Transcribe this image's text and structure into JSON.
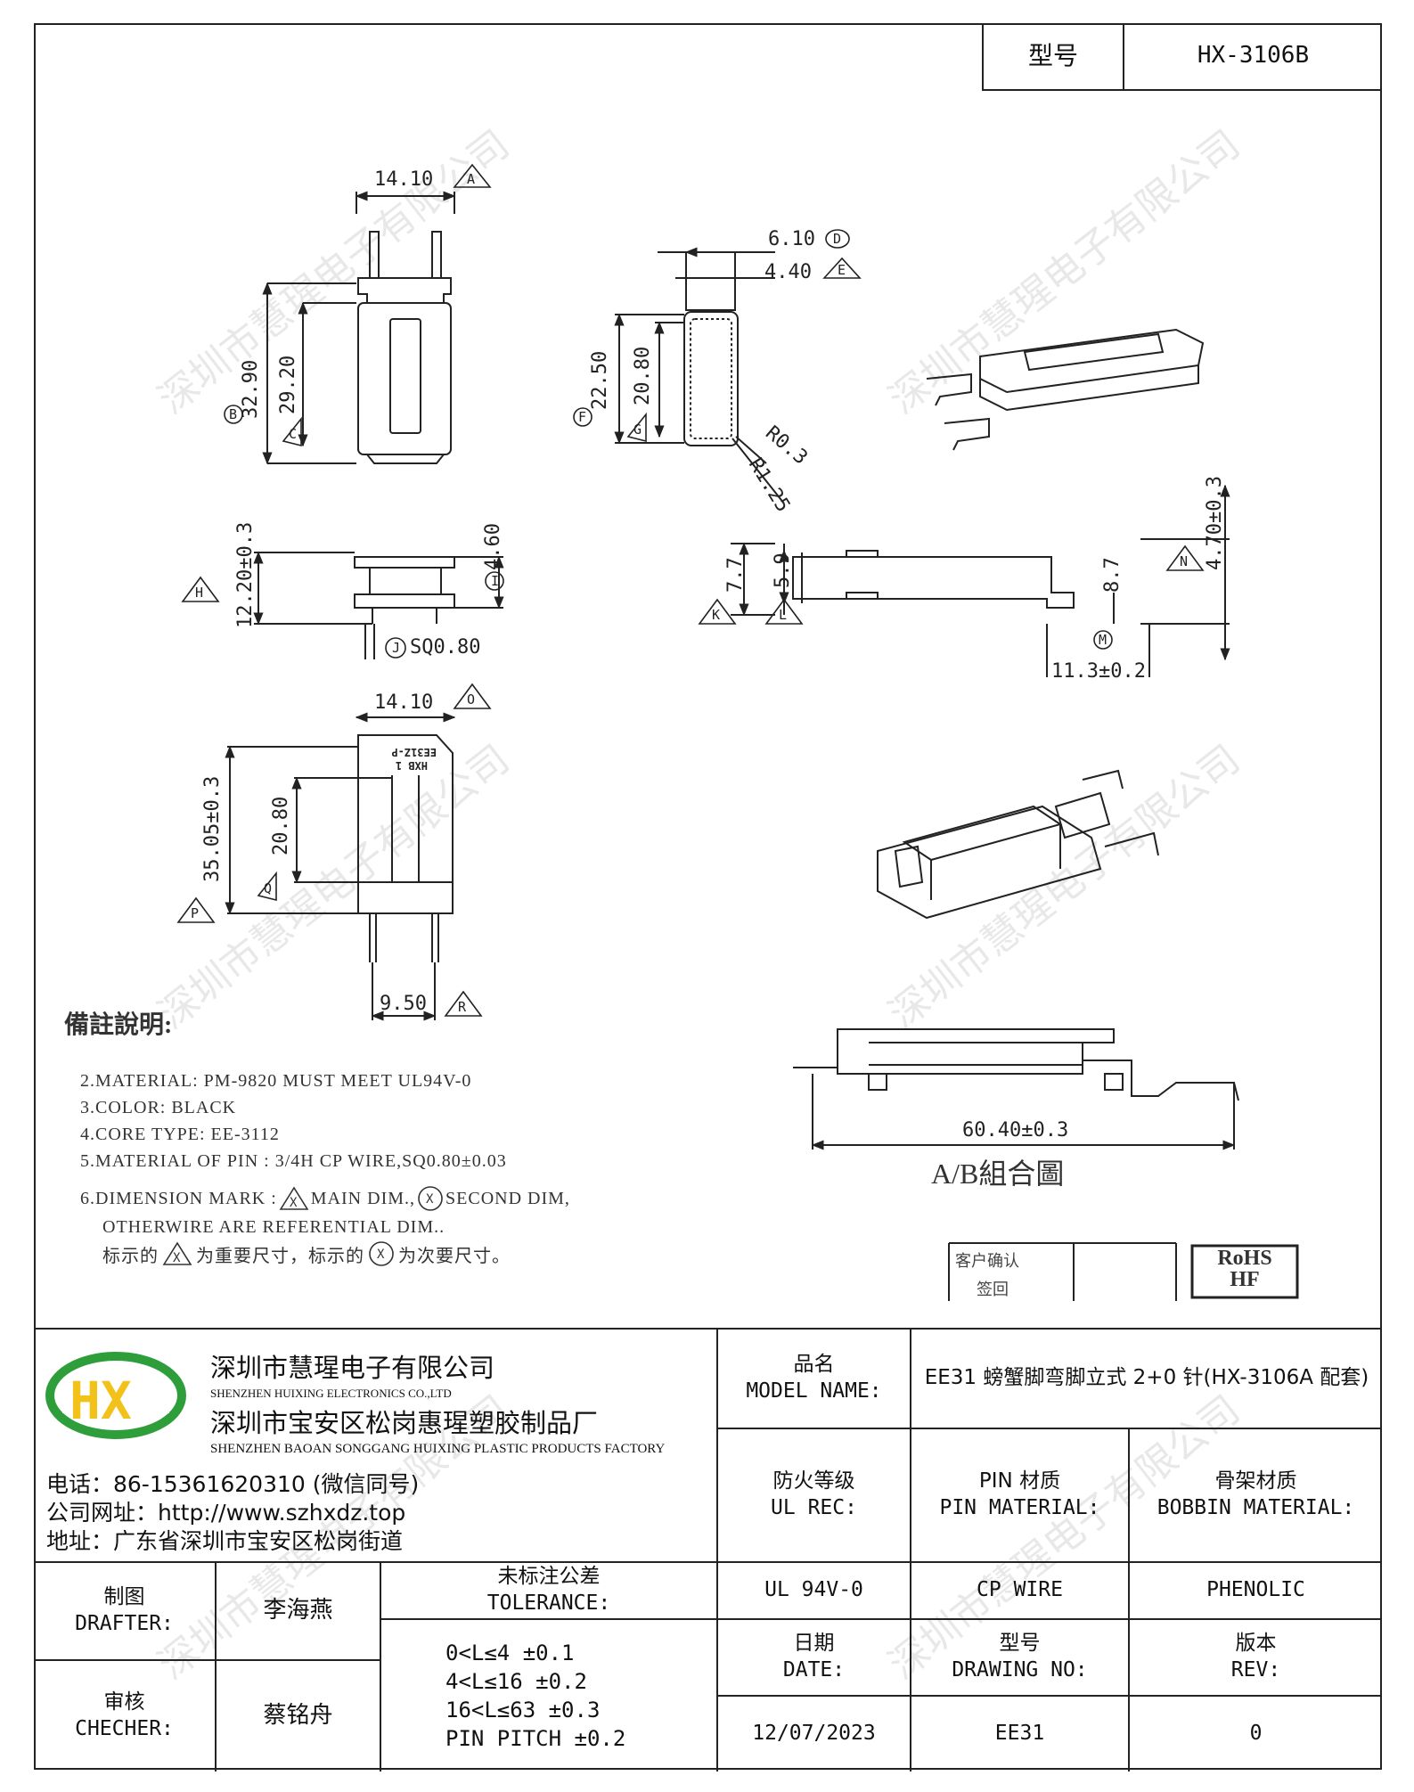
{
  "header": {
    "model_label": "型号",
    "model_value": "HX-3106B"
  },
  "watermark": "深圳市慧瑆电子有限公司",
  "dimensions": {
    "d_14_10_top": "14.10",
    "d_32_90": "32.90",
    "d_29_20": "29.20",
    "d_6_10": "6.10",
    "d_4_40": "4.40",
    "d_22_50": "22.50",
    "d_20_80_g": "20.80",
    "d_r03": "R0.3",
    "d_r125": "R1.25",
    "d_12_20": "12.20±0.3",
    "d_4_60": "4.60",
    "d_sq080": "SQ0.80",
    "d_7_7": "7.7",
    "d_5_9": "5.9",
    "d_8_7": "8.7",
    "d_4_70": "4.70±0.3",
    "d_11_3": "11.3±0.2",
    "d_14_10_bottom": "14.10",
    "d_35_05": "35.05±0.3",
    "d_20_80_q": "20.80",
    "d_9_50": "9.50",
    "d_60_40": "60.40±0.3"
  },
  "part_marking": {
    "line1": "EE31Z-P",
    "line2": "HXB 1"
  },
  "notes": {
    "title": "備註說明:",
    "items": [
      "2.MATERIAL: PM-9820 MUST MEET UL94V-0",
      "3.COLOR:  BLACK",
      "4.CORE TYPE: EE-3112",
      "5.MATERIAL OF PIN : 3/4H CP WIRE,SQ0.80±0.03",
      "6.DIMENSION MARK :",
      "MAIN DIM.,",
      "SECOND DIM,",
      "OTHERWIRE ARE REFERENTIAL DIM..",
      "标示的",
      "为重要尺寸，标示的",
      "为次要尺寸。"
    ],
    "mark_letter": "X"
  },
  "assembly_label": "A/B組合圖",
  "customer_box": {
    "line1": "客户确认",
    "line2": "签回"
  },
  "rohs": {
    "line1": "RoHS",
    "line2": "HF"
  },
  "company": {
    "logo_text": "HX",
    "name_cn": "深圳市慧瑆电子有限公司",
    "name_en": "SHENZHEN HUIXING ELECTRONICS CO.,LTD",
    "factory_cn": "深圳市宝安区松岗惠瑆塑胶制品厂",
    "factory_en": "SHENZHEN BAOAN SONGGANG HUIXING PLASTIC PRODUCTS FACTORY",
    "phone": "电话：86-15361620310 (微信同号)",
    "website": "公司网址：http://www.szhxdz.top",
    "address": "地址：广东省深圳市宝安区松岗街道"
  },
  "title_block": {
    "model_name_cn": "品名",
    "model_name_en": "MODEL NAME:",
    "model_name_value": "EE31 螃蟹脚弯脚立式 2+0 针(HX-3106A 配套)",
    "ul_rec_cn": "防火等级",
    "ul_rec_en": "UL REC:",
    "pin_material_cn": "PIN 材质",
    "pin_material_en": "PIN MATERIAL:",
    "bobbin_material_cn": "骨架材质",
    "bobbin_material_en": "BOBBIN MATERIAL:",
    "ul_value": "UL 94V-0",
    "pin_value": "CP WIRE",
    "bobbin_value": "PHENOLIC",
    "drafter_cn": "制图",
    "drafter_en": "DRAFTER:",
    "drafter_name": "李海燕",
    "checker_cn": "审核",
    "checker_en": "CHECHER:",
    "checker_name": "蔡铭舟",
    "tolerance_cn": "未标注公差",
    "tolerance_en": "TOLERANCE:",
    "tolerances": [
      "0<L≤4  ±0.1",
      "4<L≤16  ±0.2",
      "16<L≤63  ±0.3",
      "PIN PITCH  ±0.2"
    ],
    "date_cn": "日期",
    "date_en": "DATE:",
    "drawing_no_cn": "型号",
    "drawing_no_en": "DRAWING NO:",
    "rev_cn": "版本",
    "rev_en": "REV:",
    "date_value": "12/07/2023",
    "drawing_no_value": "EE31",
    "rev_value": "0"
  },
  "callouts": [
    "A",
    "B",
    "C",
    "D",
    "E",
    "F",
    "G",
    "H",
    "I",
    "J",
    "K",
    "L",
    "M",
    "N",
    "O",
    "P",
    "Q",
    "R"
  ]
}
